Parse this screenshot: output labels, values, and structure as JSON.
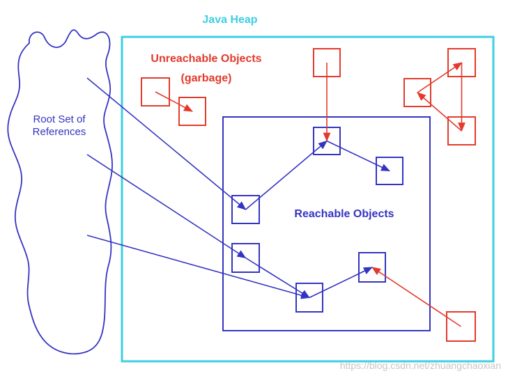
{
  "heap": {
    "title": "Java Heap"
  },
  "unreachable": {
    "label": "Unreachable Objects",
    "sublabel": "(garbage)"
  },
  "root_set": {
    "line1": "Root Set of",
    "line2": "References"
  },
  "reachable": {
    "label": "Reachable Objects"
  },
  "watermark": "https://blog.csdn.net/zhuangchaoxian",
  "colors": {
    "heap": "#3dcfe2",
    "unreachable": "#e23a2c",
    "reachable": "#3434c2",
    "watermark": "#c6c6c6"
  },
  "objects": [
    {
      "color": "#e23a2c"
    },
    {
      "color": "#e23a2c"
    },
    {
      "color": "#e23a2c"
    },
    {
      "color": "#e23a2c"
    },
    {
      "color": "#e23a2c"
    },
    {
      "color": "#e23a2c"
    },
    {
      "color": "#e23a2c"
    },
    {
      "color": "#3434c2"
    },
    {
      "color": "#3434c2"
    },
    {
      "color": "#3434c2"
    },
    {
      "color": "#3434c2"
    },
    {
      "color": "#3434c2"
    },
    {
      "color": "#3434c2"
    }
  ],
  "root_references": [
    9,
    10,
    11
  ],
  "references": [
    [
      0,
      1
    ],
    [
      2,
      7
    ],
    [
      4,
      3
    ],
    [
      3,
      5
    ],
    [
      5,
      4
    ],
    [
      6,
      12
    ],
    [
      9,
      7
    ],
    [
      7,
      8
    ],
    [
      10,
      11
    ],
    [
      11,
      12
    ]
  ]
}
